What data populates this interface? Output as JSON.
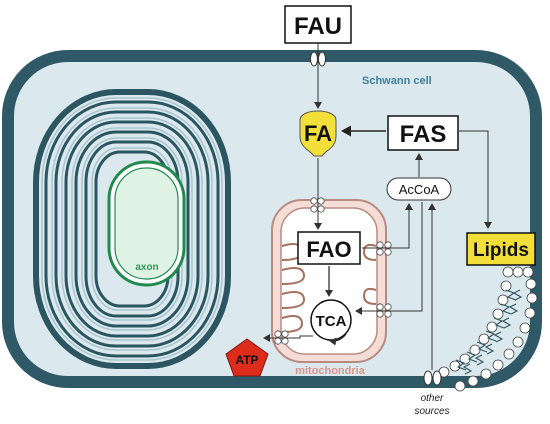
{
  "labels": {
    "fau": "FAU",
    "schwann_cell": "Schwann cell",
    "fa": "FA",
    "fas": "FAS",
    "accoa": "AcCoA",
    "axon": "axon",
    "fao": "FAO",
    "lipids": "Lipids",
    "tca": "TCA",
    "atp": "ATP",
    "mitochondria": "mitochondria",
    "other_sources_line1": "other",
    "other_sources_line2": "sources"
  },
  "colors": {
    "cell_outer": "#2f5966",
    "cell_fill": "#dbe9ee",
    "myelin": "#2b5561",
    "axon_ring": "#1f8a4c",
    "axon_fill": "#dff3e4",
    "axon_text": "#2e9a55",
    "fa_yellow": "#f3df3a",
    "lipids_yellow": "#f3df3a",
    "mito_outer": "#f3ddd6",
    "mito_border": "#b98b7f",
    "cristae": "#a4725f",
    "atp_red": "#dd2b1c",
    "label_blue": "#3f7f9a",
    "mito_label": "#d9958a"
  }
}
